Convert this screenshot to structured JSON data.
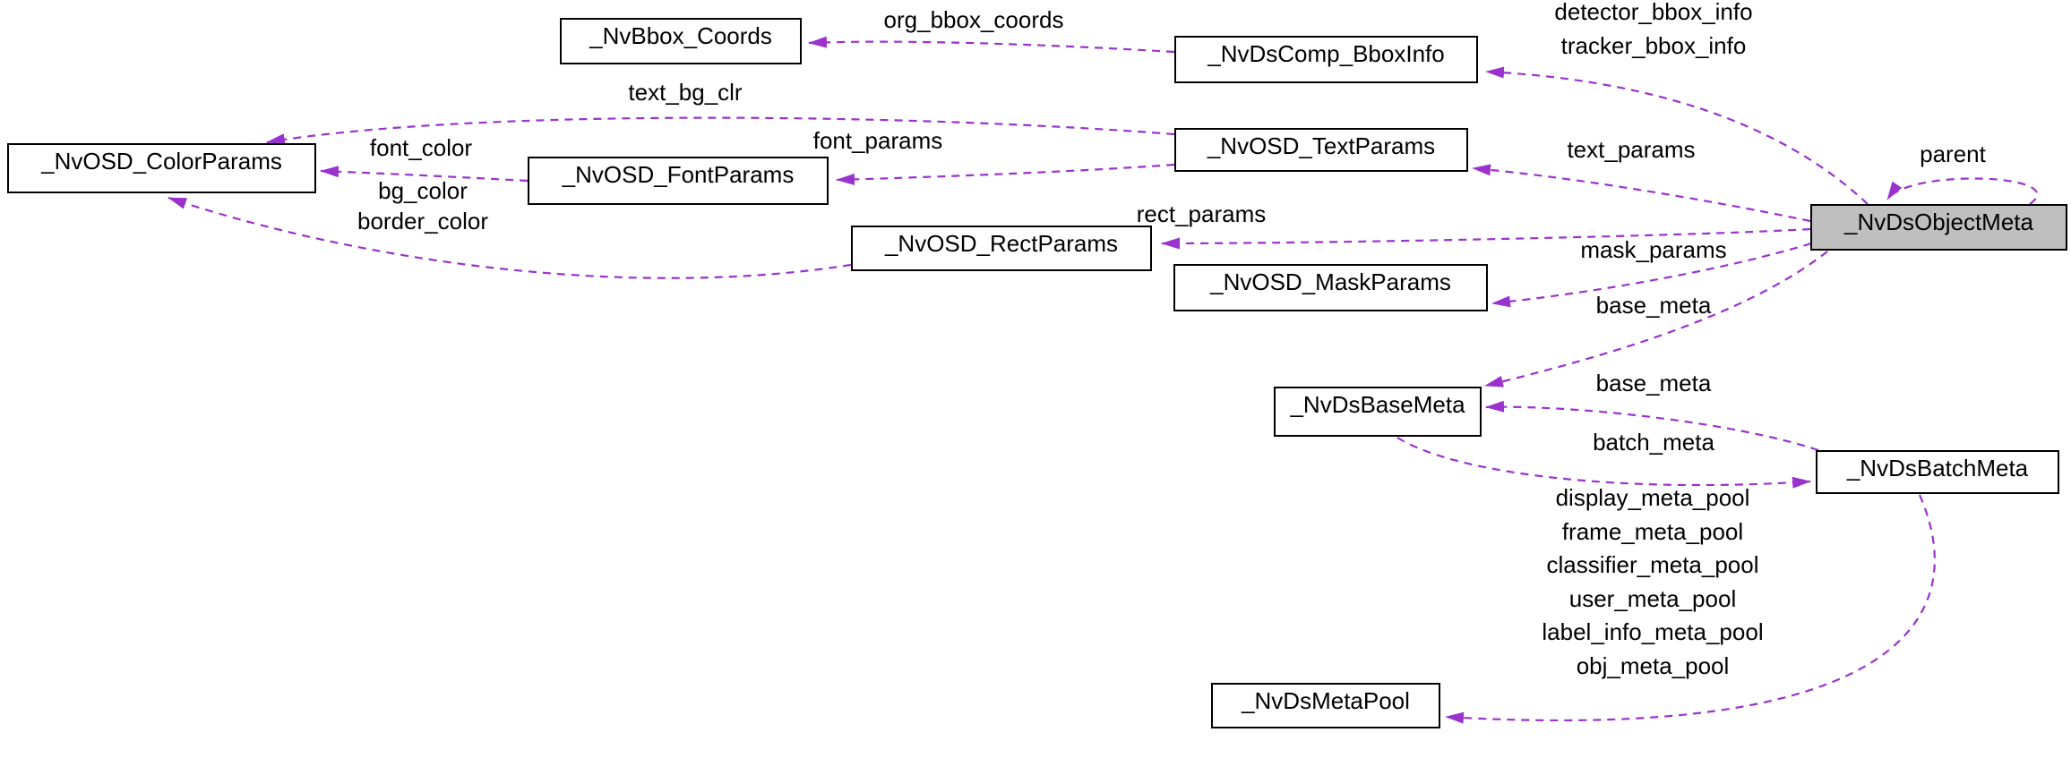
{
  "diagram": {
    "kind": "collaboration-graph",
    "colors": {
      "background": "#ffffff",
      "node_border": "#000000",
      "node_fill": "#ffffff",
      "highlight_fill": "#bfbfbf",
      "edge": "#9a32cd",
      "text": "#000000"
    },
    "nodes": [
      {
        "id": "nvosd-colorparams",
        "label": "_NvOSD_ColorParams"
      },
      {
        "id": "nvbbox-coords",
        "label": "_NvBbox_Coords"
      },
      {
        "id": "nvosd-fontparams",
        "label": "_NvOSD_FontParams"
      },
      {
        "id": "nvosd-rectparams",
        "label": "_NvOSD_RectParams"
      },
      {
        "id": "nvdscomp-bboxinfo",
        "label": "_NvDsComp_BboxInfo"
      },
      {
        "id": "nvosd-textparams",
        "label": "_NvOSD_TextParams"
      },
      {
        "id": "nvosd-maskparams",
        "label": "_NvOSD_MaskParams"
      },
      {
        "id": "nvds-basemeta",
        "label": "_NvDsBaseMeta"
      },
      {
        "id": "nvds-objectmeta",
        "label": "_NvDsObjectMeta"
      },
      {
        "id": "nvds-batchmeta",
        "label": "_NvDsBatchMeta"
      },
      {
        "id": "nvds-metapool",
        "label": "_NvDsMetaPool"
      }
    ],
    "edge_labels": [
      {
        "id": "org-bbox-coords",
        "text": "org_bbox_coords"
      },
      {
        "id": "detector-tracker",
        "text": "detector_bbox_info\ntracker_bbox_info"
      },
      {
        "id": "text-bg-clr",
        "text": "text_bg_clr"
      },
      {
        "id": "font-params",
        "text": "font_params"
      },
      {
        "id": "font-color",
        "text": "font_color"
      },
      {
        "id": "bg-border-color",
        "text": "bg_color\nborder_color"
      },
      {
        "id": "text-params",
        "text": "text_params"
      },
      {
        "id": "rect-params",
        "text": "rect_params"
      },
      {
        "id": "mask-params",
        "text": "mask_params"
      },
      {
        "id": "parent",
        "text": "parent"
      },
      {
        "id": "base-meta-object",
        "text": "base_meta"
      },
      {
        "id": "base-meta-batch",
        "text": "base_meta"
      },
      {
        "id": "batch-meta",
        "text": "batch_meta"
      },
      {
        "id": "meta-pools",
        "text": "display_meta_pool\nframe_meta_pool\nclassifier_meta_pool\nuser_meta_pool\nlabel_info_meta_pool\nobj_meta_pool"
      }
    ]
  }
}
